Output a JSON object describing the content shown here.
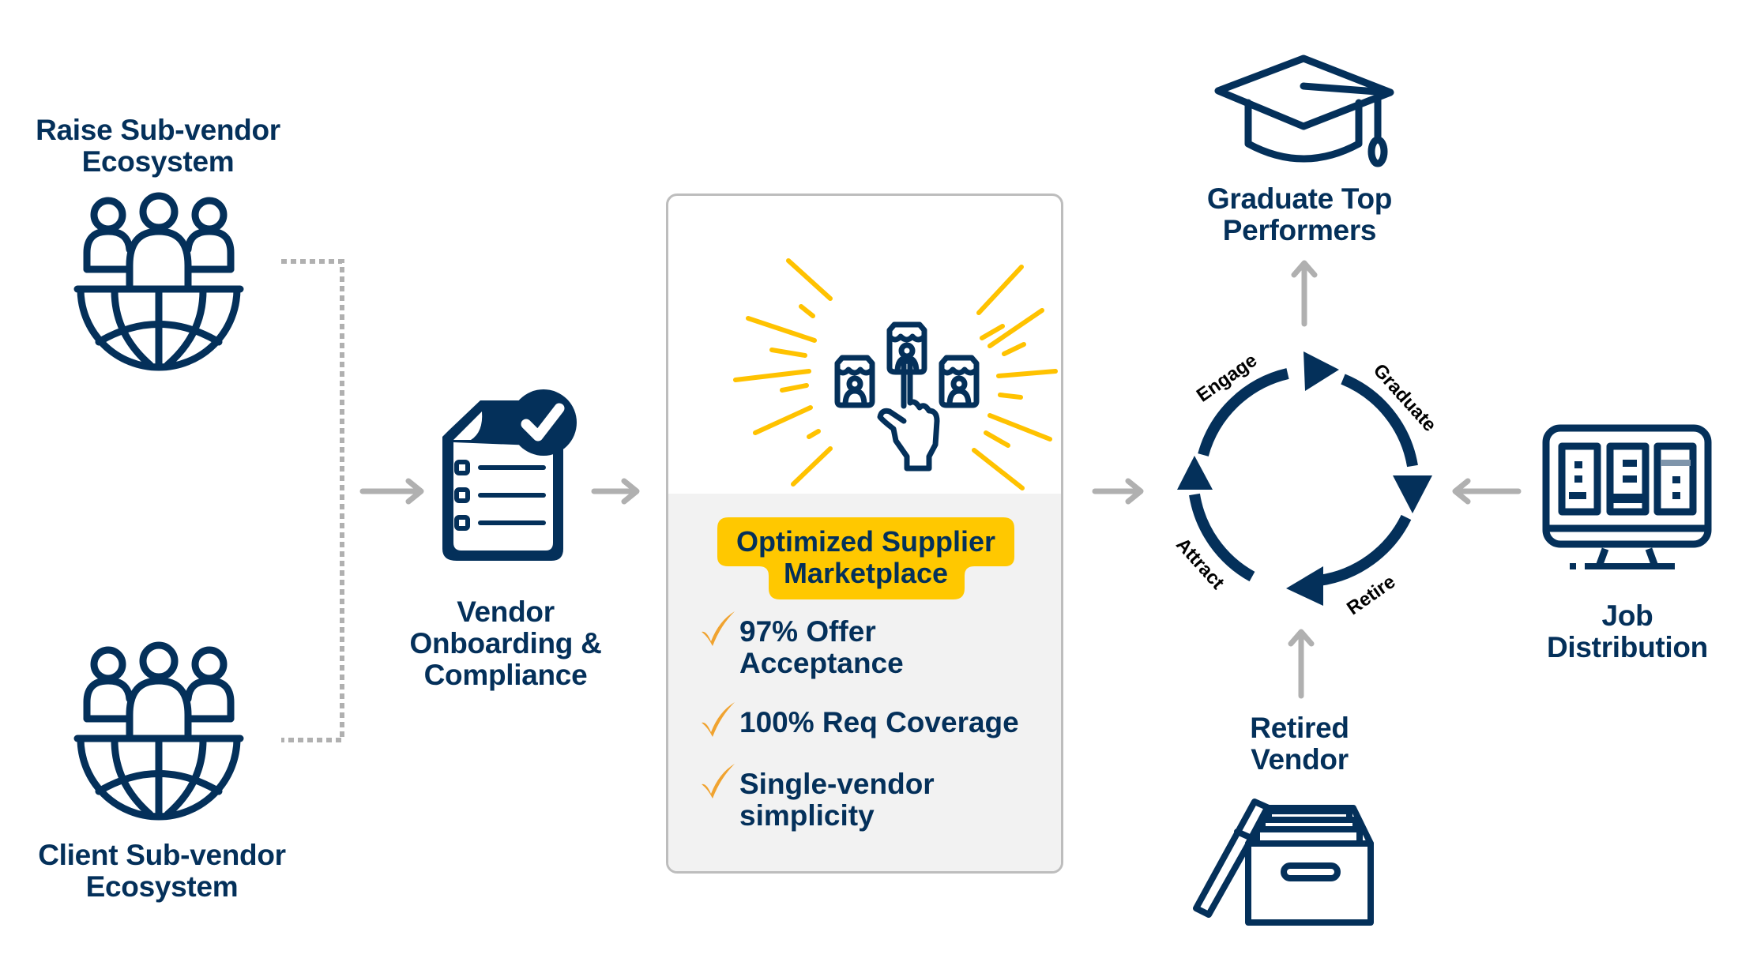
{
  "colors": {
    "navy": "#04305a",
    "arrow_gray": "#b0b0b0",
    "yellow": "#ffc800",
    "check_orange": "#f0a330",
    "card_border": "#bdbdbd",
    "card_bottom_bg": "#f2f2f2"
  },
  "left": {
    "raise": {
      "label_lines": [
        "Raise Sub-vendor",
        "Ecosystem"
      ],
      "icon": "globe-people-icon"
    },
    "client": {
      "label_lines": [
        "Client Sub-vendor",
        "Ecosystem"
      ],
      "icon": "globe-people-icon"
    }
  },
  "onboarding": {
    "label_lines": [
      "Vendor",
      "Onboarding &",
      "Compliance"
    ],
    "icon": "checklist-document-icon"
  },
  "marketplace": {
    "icon": "storefront-selection-icon",
    "badge_lines": [
      "Optimized Supplier",
      "Marketplace"
    ],
    "bullets": [
      {
        "lines": [
          "97% Offer",
          "Acceptance"
        ]
      },
      {
        "lines": [
          "100% Req Coverage"
        ]
      },
      {
        "lines": [
          "Single-vendor",
          "simplicity"
        ]
      }
    ]
  },
  "cycle": {
    "stages": [
      "Engage",
      "Graduate",
      "Retire",
      "Attract"
    ]
  },
  "graduate": {
    "label_lines": [
      "Graduate Top",
      "Performers"
    ],
    "icon": "graduation-cap-icon"
  },
  "job": {
    "label_lines": [
      "Job",
      "Distribution"
    ],
    "icon": "monitor-icon"
  },
  "retired": {
    "label_lines": [
      "Retired",
      "Vendor"
    ],
    "icon": "archive-box-icon"
  }
}
